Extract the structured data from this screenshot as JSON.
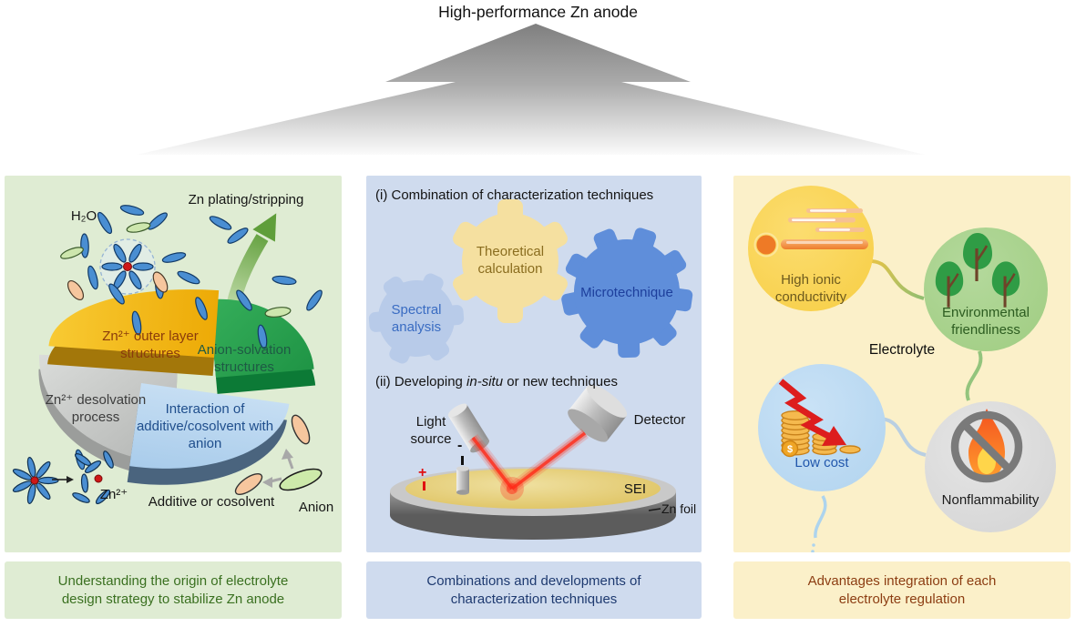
{
  "title": "High-performance Zn anode",
  "left": {
    "arrow_label": "Zn plating/stripping",
    "h2o": "H₂O",
    "wedges": {
      "outer": "Zn²⁺ outer layer structures",
      "anion_solvation": "Anion-solvation structures",
      "desolvation": "Zn²⁺ desolvation process",
      "interaction": "Interaction of additive/cosolvent with anion"
    },
    "zn_ion": "Zn²⁺",
    "additive": "Additive or cosolvent",
    "anion": "Anion",
    "caption": "Understanding the origin of electrolyte design strategy to stabilize Zn anode"
  },
  "middle": {
    "heading1": "(i) Combination of characterization techniques",
    "gear_spectral": "Spectral analysis",
    "gear_theoretical": "Theoretical calculation",
    "gear_micro": "Microtechnique",
    "heading2_pre": "(ii) Developing ",
    "heading2_italic": "in-situ",
    "heading2_post": " or new techniques",
    "light_source": "Light source",
    "detector": "Detector",
    "plus": "+",
    "minus": "-",
    "sei": "SEI",
    "zn_foil": "Zn foil",
    "caption": "Combinations and developments of characterization techniques"
  },
  "right": {
    "electrolyte": "Electrolyte",
    "high_ionic": "High ionic conductivity",
    "environmental": "Environmental friendliness",
    "low_cost": "Low cost",
    "nonflammability": "Nonflammability",
    "dollar": "$",
    "caption": "Advantages integration of each electrolyte regulation"
  },
  "colors": {
    "panel_green": "#dfecd3",
    "panel_blue": "#cfdbee",
    "panel_yellow": "#fbf0c9",
    "wedge_gold": "#f0b40e",
    "wedge_green": "#28a14d",
    "wedge_gray": "#c8cac8",
    "wedge_blue": "#b9d6ef",
    "laser_red": "#ff2a18",
    "gear_blue": "#5f8eda",
    "gear_yellow": "#f5e0a0",
    "gear_light_blue": "#b8cbe9",
    "bubble_yellow": "#f9d355",
    "bubble_green": "#a8d28e",
    "bubble_blue": "#badbf2",
    "bubble_gray": "#dbdbdb",
    "caption_green_text": "#3a7020",
    "caption_blue_text": "#1e3a70",
    "caption_red_text": "#8c3d12"
  }
}
